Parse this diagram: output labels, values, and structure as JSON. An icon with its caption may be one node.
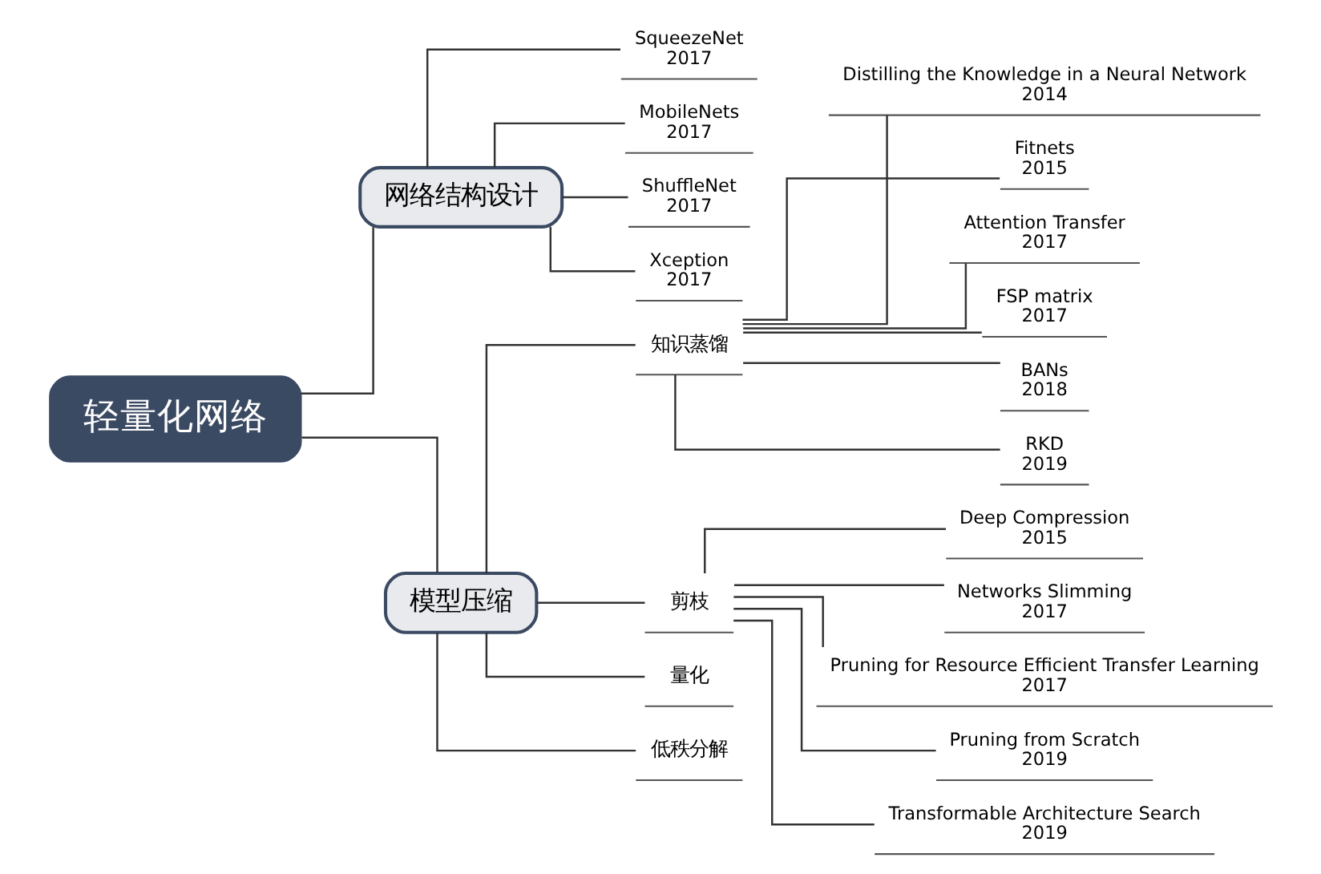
{
  "diagram": {
    "nodes": [
      {
        "text": [
          "轻量化网络"
        ]
      },
      {
        "text": [
          "网络结构设计"
        ]
      },
      {
        "text": [
          "SqueezeNet",
          "2017"
        ]
      },
      {
        "text": [
          "MobileNets",
          "2017"
        ]
      },
      {
        "text": [
          "ShuffleNet",
          "2017"
        ]
      },
      {
        "text": [
          "Xception",
          "2017"
        ]
      },
      {
        "text": [
          "模型压缩"
        ]
      },
      {
        "text": [
          "知识蒸馏"
        ]
      },
      {
        "text": [
          "Distilling the Knowledge in a Neural Network",
          "2014"
        ]
      },
      {
        "text": [
          "Fitnets",
          "2015"
        ]
      },
      {
        "text": [
          "Attention Transfer",
          "2017"
        ]
      },
      {
        "text": [
          "FSP matrix",
          "2017"
        ]
      },
      {
        "text": [
          "BANs",
          "2018"
        ]
      },
      {
        "text": [
          "RKD",
          "2019"
        ]
      },
      {
        "text": [
          "剪枝"
        ]
      },
      {
        "text": [
          "Deep Compression",
          "2015"
        ]
      },
      {
        "text": [
          "Networks Slimming",
          "2017"
        ]
      },
      {
        "text": [
          "Pruning for Resource Efficient Transfer Learning",
          "2017"
        ]
      },
      {
        "text": [
          "Pruning from Scratch",
          "2019"
        ]
      },
      {
        "text": [
          "Transformable Architecture Search",
          "2019"
        ]
      },
      {
        "text": [
          "量化"
        ]
      },
      {
        "text": [
          "低秩分解"
        ]
      }
    ],
    "edges": [
      {
        "from": 0,
        "to": 1,
        "arrow": "none"
      },
      {
        "from": 1,
        "to": 2,
        "arrow": "none"
      },
      {
        "from": 1,
        "to": 3,
        "arrow": "none"
      },
      {
        "from": 1,
        "to": 4,
        "arrow": "none"
      },
      {
        "from": 1,
        "to": 5,
        "arrow": "none"
      },
      {
        "from": 0,
        "to": 6,
        "arrow": "none"
      },
      {
        "from": 6,
        "to": 7,
        "arrow": "none"
      },
      {
        "from": 7,
        "to": 8,
        "arrow": "none"
      },
      {
        "from": 7,
        "to": 9,
        "arrow": "none"
      },
      {
        "from": 7,
        "to": 10,
        "arrow": "none"
      },
      {
        "from": 7,
        "to": 11,
        "arrow": "none"
      },
      {
        "from": 7,
        "to": 12,
        "arrow": "none"
      },
      {
        "from": 7,
        "to": 13,
        "arrow": "none"
      },
      {
        "from": 6,
        "to": 14,
        "arrow": "none"
      },
      {
        "from": 14,
        "to": 15,
        "arrow": "none"
      },
      {
        "from": 14,
        "to": 16,
        "arrow": "none"
      },
      {
        "from": 14,
        "to": 17,
        "arrow": "none"
      },
      {
        "from": 14,
        "to": 18,
        "arrow": "none"
      },
      {
        "from": 14,
        "to": 19,
        "arrow": "none"
      },
      {
        "from": 6,
        "to": 20,
        "arrow": "none"
      },
      {
        "from": 6,
        "to": 21,
        "arrow": "none"
      }
    ]
  }
}
